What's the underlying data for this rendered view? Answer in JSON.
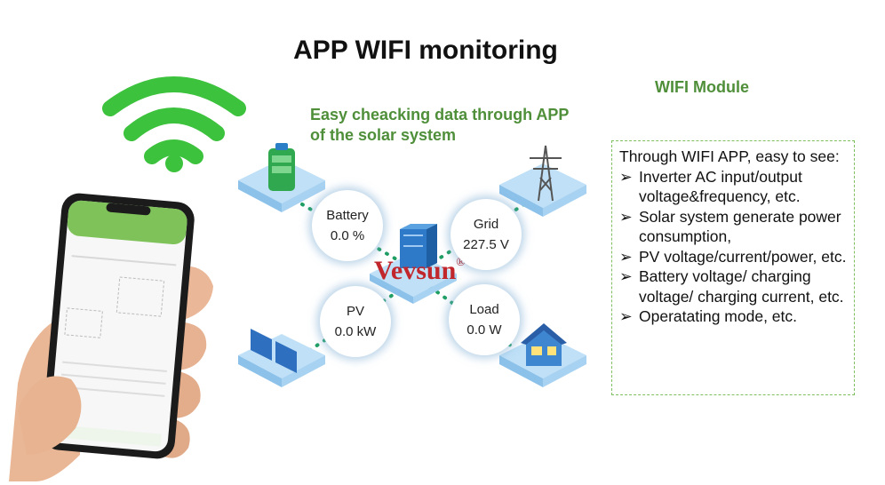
{
  "title": "APP WIFI monitoring",
  "subtitle": "Easy cheacking data through APP of the solar system",
  "module_label": "WIFI Module",
  "brand": {
    "name": "Vevsun",
    "mark": "®"
  },
  "nodes": {
    "battery": {
      "label": "Battery",
      "value": "0.0 %"
    },
    "grid": {
      "label": "Grid",
      "value": "227.5 V"
    },
    "pv": {
      "label": "PV",
      "value": "0.0 kW"
    },
    "load": {
      "label": "Load",
      "value": "0.0 W"
    }
  },
  "info": {
    "intro": "Through WIFI APP, easy to see:",
    "items": [
      "Inverter AC input/output voltage&frequency, etc.",
      "Solar system generate power consumption,",
      "PV voltage/current/power, etc.",
      "Battery voltage/ charging voltage/ charging current, etc.",
      "Operatating mode, etc."
    ],
    "bullet": "➢"
  },
  "colors": {
    "wifi": "#3cc23c",
    "accent": "#4f8f3a",
    "tile": "#bfe0f7",
    "brand": "#c0262b"
  },
  "icons": [
    "wifi-icon",
    "battery-icon",
    "power-tower-icon",
    "solar-panel-icon",
    "house-icon",
    "inverter-icon",
    "phone-in-hand"
  ]
}
